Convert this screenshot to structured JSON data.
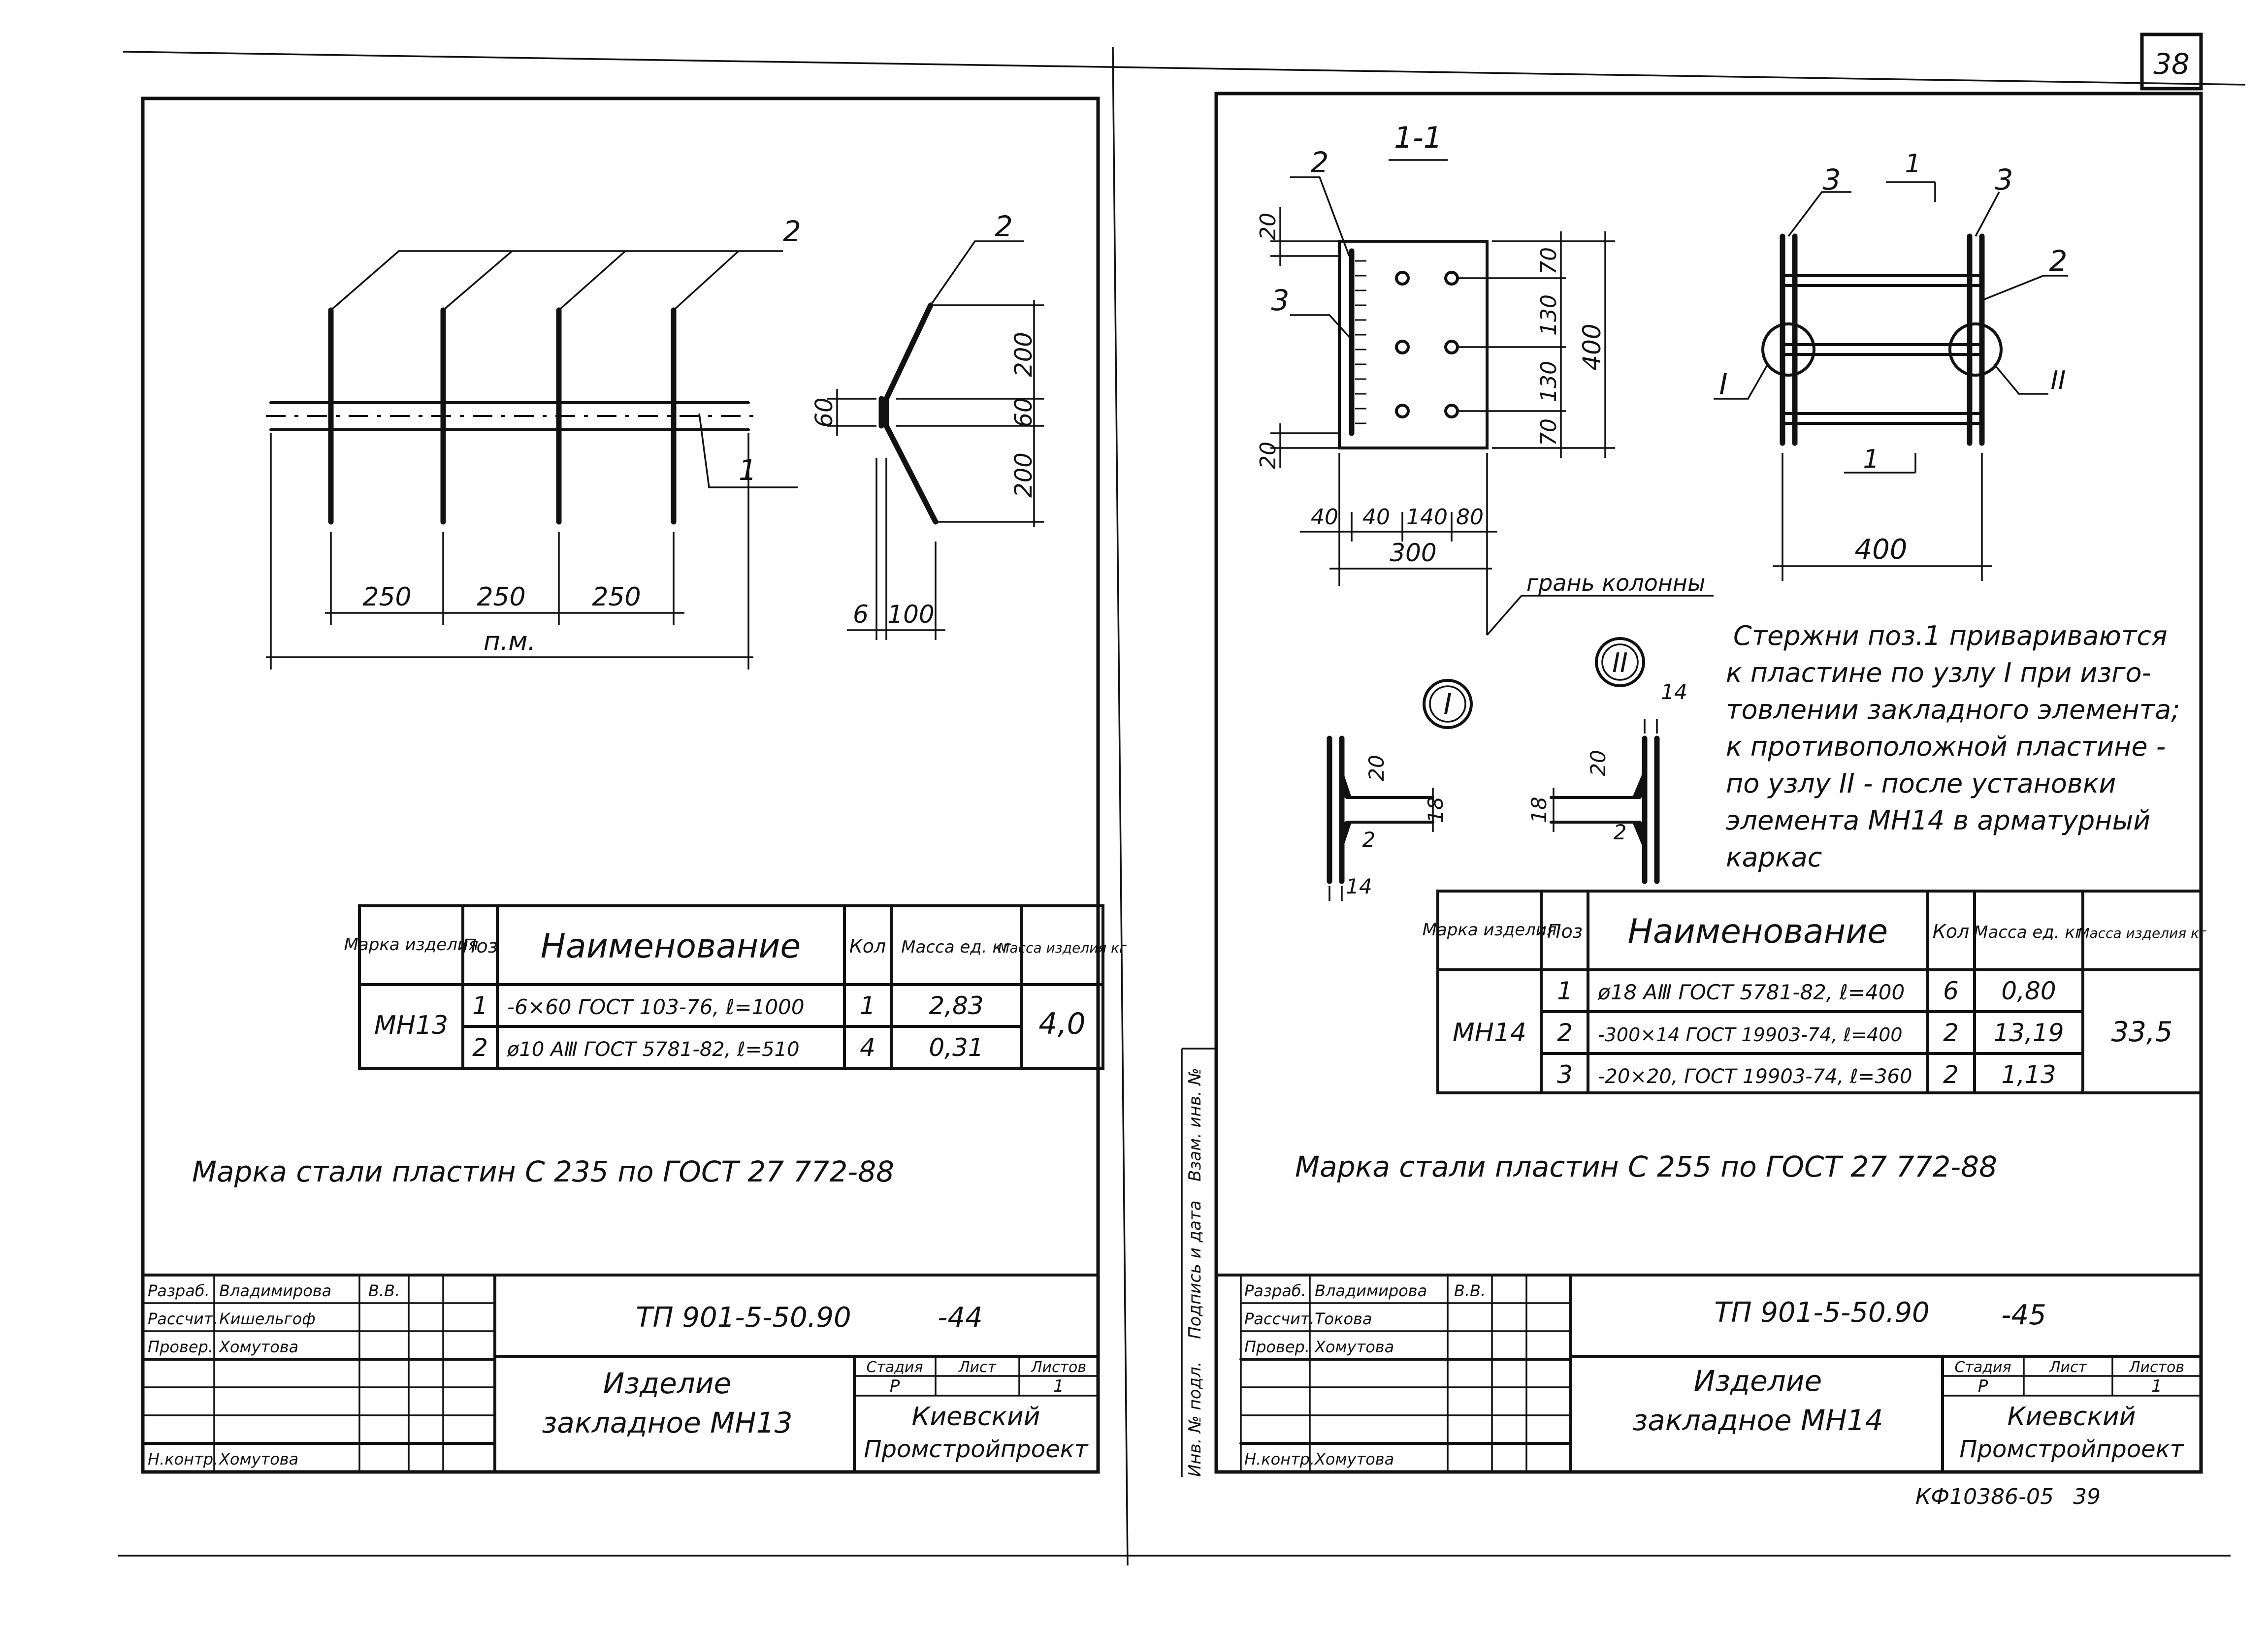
{
  "page_number_top": "38",
  "left": {
    "callouts": {
      "rod": "2",
      "plate": "1",
      "rod_side": "2"
    },
    "dims": {
      "spacing1": "250",
      "spacing2": "250",
      "spacing3": "250",
      "overall": "п.м.",
      "side_200_top": "200",
      "side_60": "60",
      "side_200_bottom": "200",
      "side_60_left": "60",
      "side_6": "6",
      "side_100": "100"
    },
    "spec": {
      "headers": {
        "mark": "Марка изделия",
        "pos": "Поз",
        "name": "Наименование",
        "qty": "Кол",
        "unit_mass": "Масса ед. кг",
        "item_mass": "Масса изделия кг"
      },
      "mark": "МН13",
      "total_mass": "4,0",
      "rows": [
        {
          "pos": "1",
          "name": "-6×60 ГОСТ 103-76, ℓ=1000",
          "qty": "1",
          "unit_mass": "2,83"
        },
        {
          "pos": "2",
          "name": "ø10 АⅢ ГОСТ 5781-82, ℓ=510",
          "qty": "4",
          "unit_mass": "0,31"
        }
      ]
    },
    "note": "Марка стали пластин С 235 по ГОСТ 27 772-88",
    "title_block": {
      "roles": [
        "Разраб.",
        "Рассчит.",
        "Провер.",
        "",
        "",
        "",
        "Н.контр."
      ],
      "names": [
        "Владимирова",
        "Кишельгоф",
        "Хомутова",
        "",
        "",
        "",
        "Хомутова"
      ],
      "signatures": [
        "В.В.",
        "",
        "",
        "",
        "",
        "",
        ""
      ],
      "doc_code": "ТП 901-5-50.90",
      "sheet_suffix": "-44",
      "item_title_1": "Изделие",
      "item_title_2": "закладное МН13",
      "stage_label": "Стадия",
      "sheet_label": "Лист",
      "sheets_label": "Листов",
      "stage_value": "Р",
      "sheets_value": "1",
      "org_1": "Киевский",
      "org_2": "Промстройпроект"
    }
  },
  "right": {
    "section_label": "1-1",
    "callouts": {
      "plate_pos": "2",
      "angle_pos": "3",
      "top_left_3": "3",
      "top_right_3": "3",
      "side_2": "2",
      "node_1": "I",
      "node_2": "II",
      "cut_1a": "1",
      "cut_1b": "1"
    },
    "dims": {
      "v20_top": "20",
      "v20_bottom": "20",
      "h70_top": "70",
      "h130_a": "130",
      "h130_b": "130",
      "h70_bottom": "70",
      "h400": "400",
      "w40": "40",
      "w40b": "40",
      "w140": "140",
      "w80": "80",
      "w300": "300",
      "w400_elev": "400",
      "column_face": "грань колонны"
    },
    "details": {
      "node1_label": "I",
      "node2_label": "II",
      "d20a": "20",
      "d18a": "18",
      "d2a": "2",
      "d14a": "14",
      "d14b": "14",
      "d20b": "20",
      "d18b": "18",
      "d2b": "2"
    },
    "instructions": [
      "Стержни поз.1 привариваются",
      "к пластине по узлу I при изго-",
      "товлении закладного элемента;",
      "к противоположной пластине -",
      "по узлу II - после установки",
      "элемента МН14 в арматурный",
      "каркас"
    ],
    "spec": {
      "headers": {
        "mark": "Марка изделия",
        "pos": "Поз",
        "name": "Наименование",
        "qty": "Кол",
        "unit_mass": "Масса ед. кг",
        "item_mass": "Масса изделия кг"
      },
      "mark": "МН14",
      "total_mass": "33,5",
      "rows": [
        {
          "pos": "1",
          "name": "ø18 АⅢ ГОСТ 5781-82, ℓ=400",
          "qty": "6",
          "unit_mass": "0,80"
        },
        {
          "pos": "2",
          "name": "-300×14 ГОСТ 19903-74, ℓ=400",
          "qty": "2",
          "unit_mass": "13,19"
        },
        {
          "pos": "3",
          "name": "-20×20, ГОСТ 19903-74, ℓ=360",
          "qty": "2",
          "unit_mass": "1,13"
        }
      ]
    },
    "note": "Марка стали пластин С 255 по ГОСТ 27 772-88",
    "side_stamp": [
      "Инв. № подл.",
      "Подпись и дата",
      "Взам. инв. №"
    ],
    "title_block": {
      "roles": [
        "Разраб.",
        "Рассчит.",
        "Провер.",
        "",
        "",
        "",
        "Н.контр."
      ],
      "names": [
        "Владимирова",
        "Токова",
        "Хомутова",
        "",
        "",
        "",
        "Хомутова"
      ],
      "signatures": [
        "В.В.",
        "",
        "",
        "",
        "",
        "",
        ""
      ],
      "doc_code": "ТП 901-5-50.90",
      "sheet_suffix": "-45",
      "item_title_1": "Изделие",
      "item_title_2": "закладное МН14",
      "stage_label": "Стадия",
      "sheet_label": "Лист",
      "sheets_label": "Листов",
      "stage_value": "Р",
      "sheets_value": "1",
      "org_1": "Киевский",
      "org_2": "Промстройпроект"
    },
    "archive_code": "КФ10386-05",
    "archive_page": "39"
  }
}
